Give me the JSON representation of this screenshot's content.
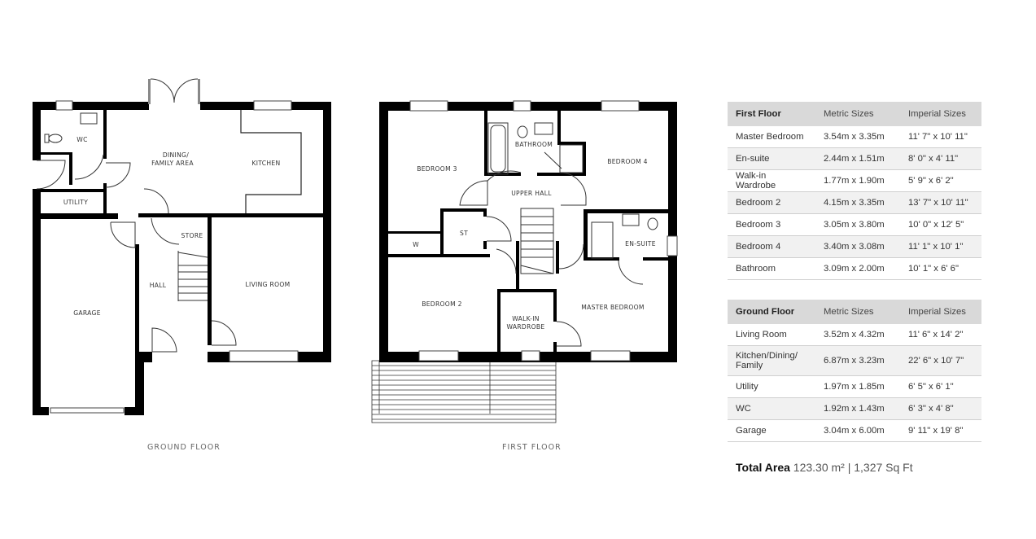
{
  "plans": {
    "ground_floor": {
      "caption": "GROUND FLOOR",
      "rooms": {
        "wc": "WC",
        "dining_1": "DINING/",
        "dining_2": "FAMILY AREA",
        "kitchen": "KITCHEN",
        "utility": "UTILITY",
        "store": "STORE",
        "hall": "HALL",
        "living_room": "LIVING ROOM",
        "garage": "GARAGE"
      }
    },
    "first_floor": {
      "caption": "FIRST FLOOR",
      "rooms": {
        "bedroom_3": "BEDROOM 3",
        "bathroom": "BATHROOM",
        "bedroom_4": "BEDROOM 4",
        "upper_hall": "UPPER HALL",
        "st": "ST",
        "w": "W",
        "en_suite": "EN-SUITE",
        "bedroom_2": "BEDROOM 2",
        "walk_in_1": "WALK-IN",
        "walk_in_2": "WARDROBE",
        "master_bedroom": "MASTER BEDROOM"
      }
    }
  },
  "tables": {
    "first_floor": {
      "headers": [
        "First Floor",
        "Metric Sizes",
        "Imperial Sizes"
      ],
      "rows": [
        [
          "Master Bedroom",
          "3.54m x 3.35m",
          "11' 7\" x 10' 11\""
        ],
        [
          "En-suite",
          "2.44m x 1.51m",
          "8' 0\" x 4' 11\""
        ],
        [
          "Walk-in Wardrobe",
          "1.77m x 1.90m",
          "5' 9\" x 6' 2\""
        ],
        [
          "Bedroom 2",
          "4.15m x 3.35m",
          "13' 7\" x 10' 11\""
        ],
        [
          "Bedroom 3",
          "3.05m x 3.80m",
          "10' 0\" x 12' 5\""
        ],
        [
          "Bedroom 4",
          "3.40m x 3.08m",
          "11' 1\" x 10' 1\""
        ],
        [
          "Bathroom",
          "3.09m x 2.00m",
          "10' 1\" x 6' 6\""
        ]
      ]
    },
    "ground_floor": {
      "headers": [
        "Ground Floor",
        "Metric Sizes",
        "Imperial Sizes"
      ],
      "rows": [
        [
          "Living Room",
          "3.52m x 4.32m",
          "11' 6\" x 14' 2\""
        ],
        [
          "Kitchen/Dining/ Family",
          "6.87m x 3.23m",
          "22' 6\" x 10' 7\""
        ],
        [
          "Utility",
          "1.97m x 1.85m",
          "6' 5\" x 6' 1\""
        ],
        [
          "WC",
          "1.92m x 1.43m",
          "6' 3\" x 4' 8\""
        ],
        [
          "Garage",
          "3.04m x 6.00m",
          "9' 11\" x 19' 8\""
        ]
      ]
    }
  },
  "total_area": {
    "label": "Total Area",
    "value": "123.30 m² | 1,327 Sq Ft"
  },
  "colors": {
    "wall": "#000000",
    "table_header_bg": "#d9d9d9",
    "table_alt_row_bg": "#f1f1f1",
    "caption_text": "#666666"
  }
}
